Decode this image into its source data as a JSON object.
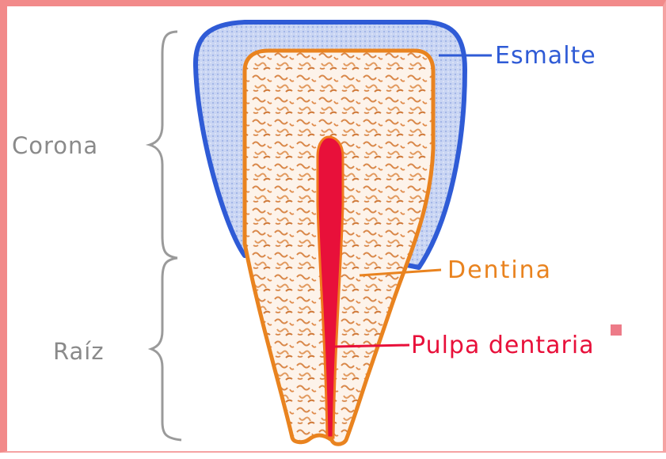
{
  "diagram": {
    "labels": {
      "corona": "Corona",
      "raiz": "Raíz",
      "esmalte": "Esmalte",
      "dentina": "Dentina",
      "pulpa": "Pulpa dentaria"
    },
    "colors": {
      "frame": "#f28a8a",
      "enamel": "#2f5bd6",
      "enamel_fill": "#b8c8ee",
      "dentin": "#e9831f",
      "pulp": "#e8103a",
      "bracket": "#9a9a9a",
      "label_gray": "#8a8a8a"
    }
  }
}
